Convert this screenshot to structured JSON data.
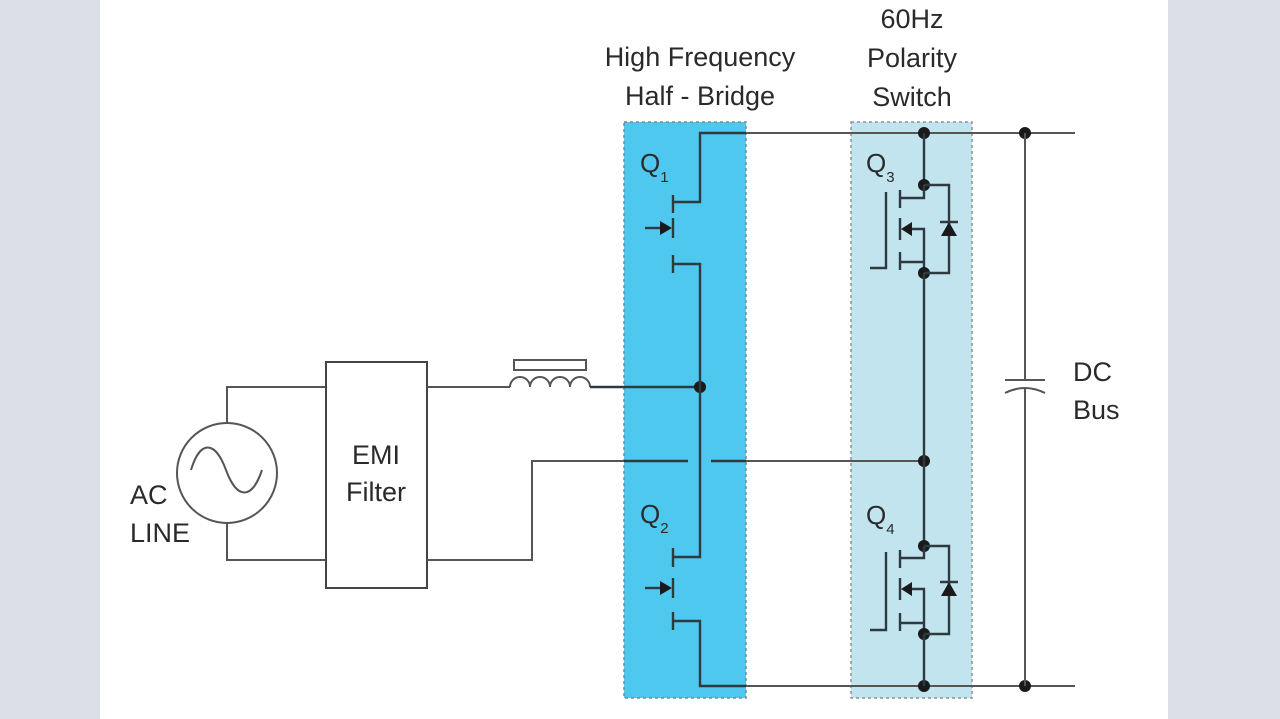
{
  "diagram": {
    "title": "Inverter topology: high frequency half-bridge with 60Hz polarity switch",
    "colors": {
      "background": "#dcdfe8",
      "canvas": "#ffffff",
      "half_bridge_fill": "#4fc8ef",
      "polarity_switch_fill": "#c2e4ef",
      "wire": "#555555",
      "node": "#1a1a1a"
    },
    "labels": {
      "half_bridge_line1": "High Frequency",
      "half_bridge_line2": "Half - Bridge",
      "polarity_line1": "60Hz",
      "polarity_line2": "Polarity",
      "polarity_line3": "Switch",
      "emi_line1": "EMI",
      "emi_line2": "Filter",
      "ac_line1": "AC",
      "ac_line2": "LINE",
      "dc_line1": "DC",
      "dc_line2": "Bus"
    },
    "transistors": [
      {
        "name": "Q",
        "sub": "1"
      },
      {
        "name": "Q",
        "sub": "2"
      },
      {
        "name": "Q",
        "sub": "3"
      },
      {
        "name": "Q",
        "sub": "4"
      }
    ],
    "components": [
      "ac-source",
      "emi-filter",
      "inductor",
      "half-bridge",
      "polarity-switch",
      "dc-bus-capacitor"
    ]
  }
}
